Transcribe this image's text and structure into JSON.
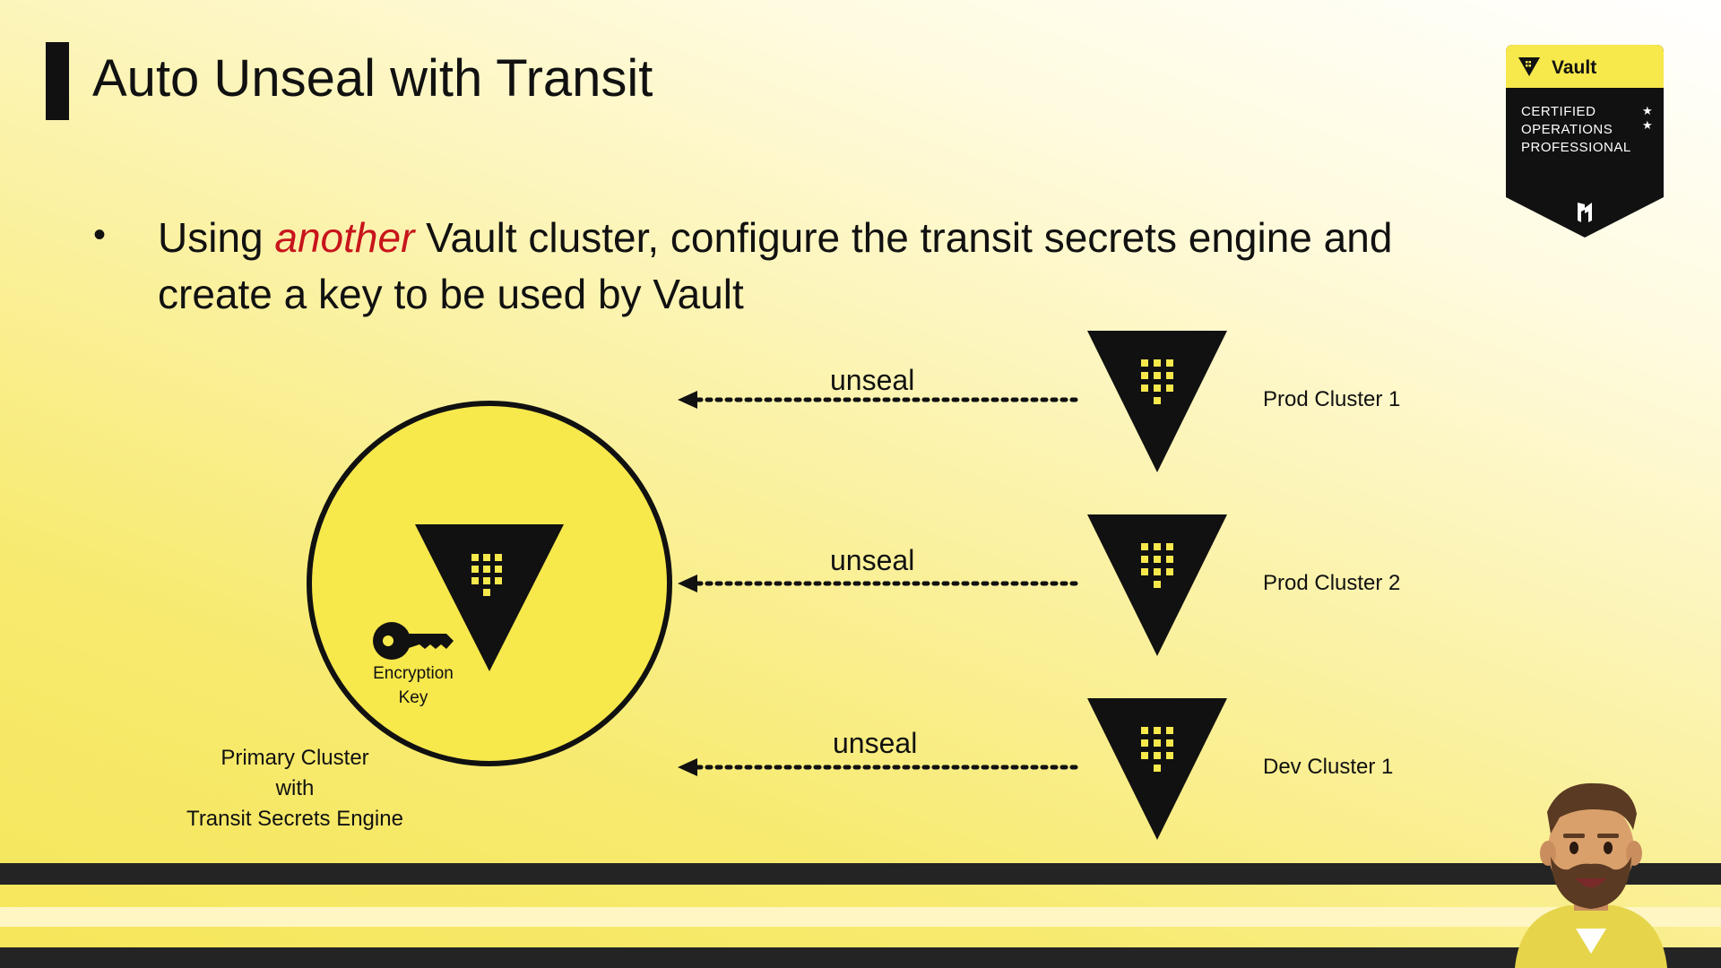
{
  "slide": {
    "title": "Auto Unseal with Transit",
    "bullet_before": "Using ",
    "bullet_emphasis": "another",
    "bullet_after": " Vault cluster, configure the transit secrets engine and create a key to be used by Vault"
  },
  "badge": {
    "name": "Vault",
    "line1": "CERTIFIED",
    "line2": "OPERATIONS",
    "line3": "PROFESSIONAL"
  },
  "diagram": {
    "primary": {
      "caption_line1": "Primary Cluster",
      "caption_line2": "with",
      "caption_line3": "Transit Secrets Engine",
      "key_line1": "Encryption",
      "key_line2": "Key"
    },
    "clusters": [
      {
        "name": "Prod Cluster 1",
        "arrow_label": "unseal"
      },
      {
        "name": "Prod Cluster 2",
        "arrow_label": "unseal"
      },
      {
        "name": "Dev Cluster 1",
        "arrow_label": "unseal"
      }
    ]
  },
  "colors": {
    "accent_yellow": "#f7e84c",
    "emphasis_red": "#c8141b",
    "dark": "#111111"
  }
}
